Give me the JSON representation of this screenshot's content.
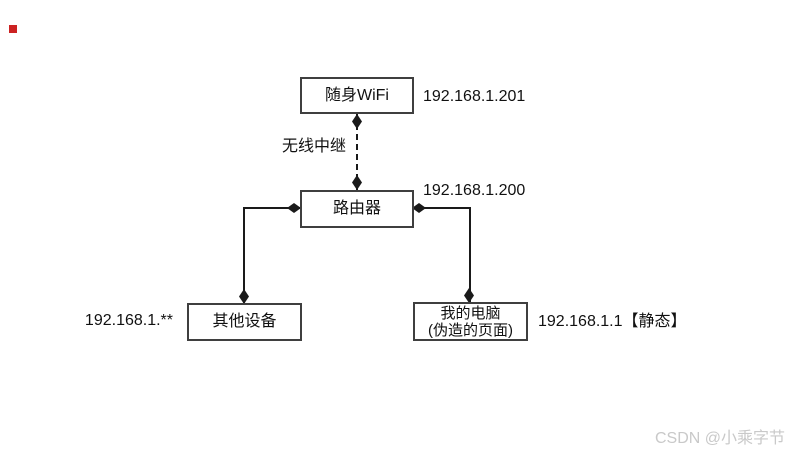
{
  "diagram": {
    "title_hint": "network-topology",
    "line_color": "#1a1a1a",
    "box_border_color": "#3f3f3f",
    "background": "#ffffff"
  },
  "marker": {
    "color": "#cc2222"
  },
  "nodes": {
    "wifi": {
      "label": "随身WiFi",
      "ip": "192.168.1.201"
    },
    "router": {
      "label": "路由器",
      "ip": "192.168.1.200"
    },
    "other": {
      "label": "其他设备",
      "ip": "192.168.1.**"
    },
    "pc": {
      "label": "我的电脑",
      "sublabel": "(伪造的页面)",
      "ip": "192.168.1.1【静态】"
    }
  },
  "edges": {
    "relay_label": "无线中继"
  },
  "watermark": {
    "text": "CSDN @小乘字节",
    "color": "#c9c9c9"
  }
}
